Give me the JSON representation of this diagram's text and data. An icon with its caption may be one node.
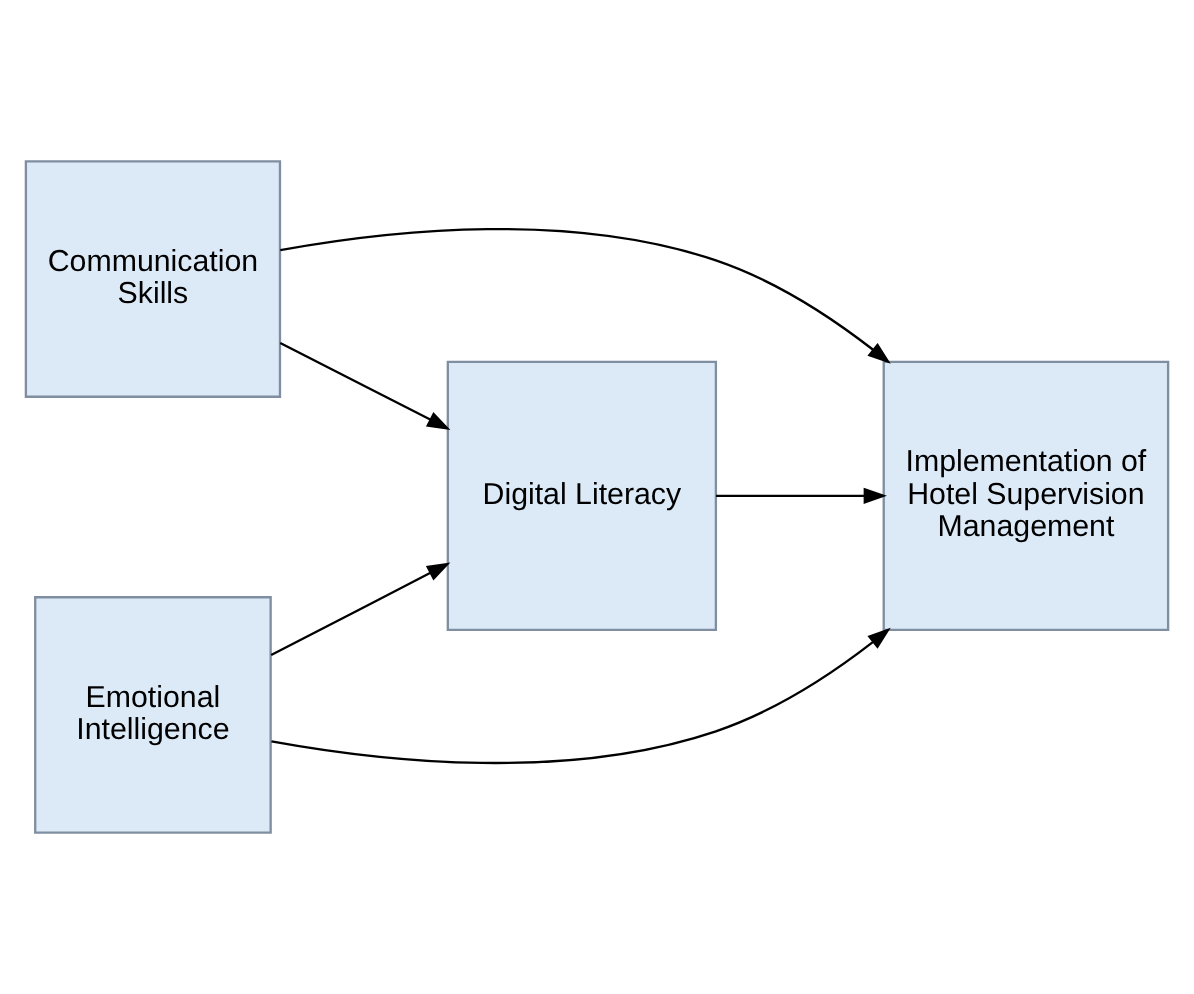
{
  "diagram": {
    "nodes": [
      {
        "text": [
          "Communication Skills"
        ]
      },
      {
        "text": [
          "Emotional Intelligence"
        ]
      },
      {
        "text": [
          "Digital Literacy"
        ]
      },
      {
        "text": [
          "Implementation of Hotel Supervision Management"
        ]
      }
    ],
    "edges": [
      {
        "from": 0,
        "to": 3,
        "arrow": "to"
      },
      {
        "from": 0,
        "to": 2,
        "arrow": "to"
      },
      {
        "from": 1,
        "to": 2,
        "arrow": "to"
      },
      {
        "from": 1,
        "to": 3,
        "arrow": "to"
      },
      {
        "from": 2,
        "to": 3,
        "arrow": "to"
      }
    ]
  }
}
